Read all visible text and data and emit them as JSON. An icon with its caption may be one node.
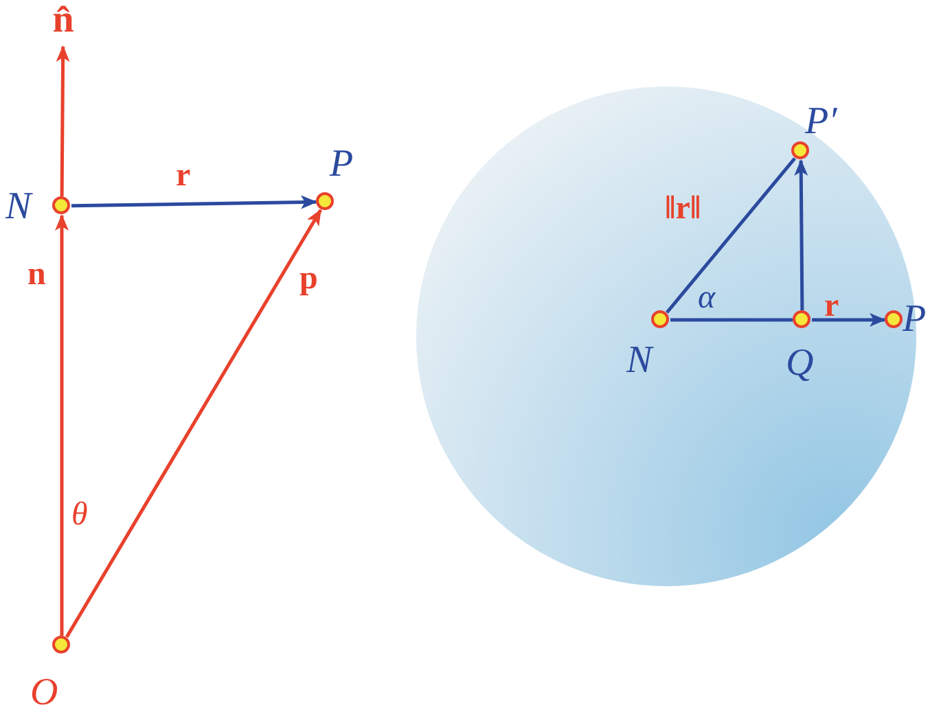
{
  "diagram": {
    "nodes": [
      {
        "text": [],
        "shape": "circle",
        "beside": [
          "O"
        ]
      },
      {
        "text": [],
        "shape": "circle",
        "beside": [
          "N"
        ]
      },
      {
        "text": [],
        "shape": "circle",
        "beside": [
          "P"
        ]
      },
      {
        "text": [
          "n̂"
        ]
      },
      {
        "text": [],
        "shape": "circle",
        "beside": [
          "N"
        ]
      },
      {
        "text": [],
        "shape": "circle",
        "beside": [
          "Q"
        ]
      },
      {
        "text": [],
        "shape": "circle",
        "beside": [
          "P"
        ]
      },
      {
        "text": [],
        "shape": "circle",
        "beside": [
          "P′"
        ]
      }
    ],
    "edges": [
      {
        "from": 0,
        "to": 1,
        "arrow": "to",
        "label": "n",
        "color": "#e8412c"
      },
      {
        "from": 1,
        "to": 3,
        "arrow": "to",
        "color": "#e8412c"
      },
      {
        "from": 0,
        "to": 2,
        "arrow": "to",
        "label": "p",
        "color": "#e8412c"
      },
      {
        "from": 1,
        "to": 2,
        "arrow": "to",
        "label": "r"
      },
      {
        "from": 4,
        "to": 7,
        "arrow": "none",
        "label": "‖r‖"
      },
      {
        "from": 4,
        "to": 5,
        "arrow": "none"
      },
      {
        "from": 5,
        "to": 6,
        "arrow": "to",
        "label": "r"
      },
      {
        "from": 5,
        "to": 7,
        "arrow": "to"
      }
    ],
    "labels": [
      "θ",
      "α"
    ]
  }
}
